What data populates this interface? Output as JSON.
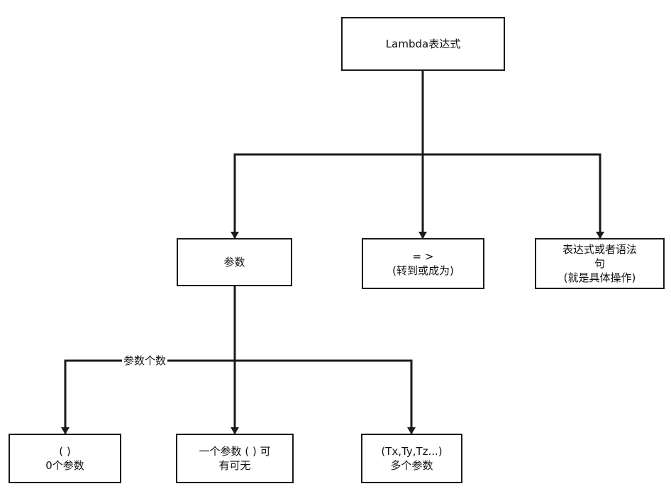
{
  "nodes": {
    "root": {
      "lines": [
        "Lambda表达式"
      ]
    },
    "params": {
      "lines": [
        "参数"
      ]
    },
    "arrow": {
      "lines": [
        "= >",
        "(转到或成为)"
      ]
    },
    "expr": {
      "lines": [
        "表达式或者语法",
        "句",
        "(就是具体操作)"
      ]
    },
    "zero": {
      "lines": [
        "( )",
        "0个参数"
      ]
    },
    "one": {
      "lines": [
        "一个参数 ( ) 可",
        "有可无"
      ]
    },
    "many": {
      "lines": [
        "(Tx,Ty,Tz...)",
        "多个参数"
      ]
    }
  },
  "edge_labels": {
    "param_count": "参数个数"
  },
  "colors": {
    "line": "#1a1a1a",
    "background": "#ffffff"
  }
}
